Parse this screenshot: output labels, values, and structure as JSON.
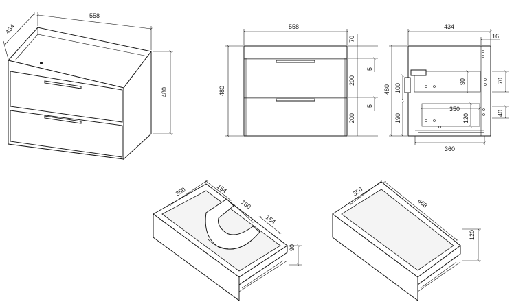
{
  "dimensions": {
    "iso_depth": "434",
    "iso_width": "558",
    "iso_height": "480",
    "front_width": "558",
    "front_height": "480",
    "front_top": "70",
    "front_gap_1": "5",
    "front_drawer_1": "200",
    "front_gap_2": "5",
    "front_drawer_2": "200",
    "side_depth": "434",
    "side_offset": "16",
    "side_height": "480",
    "side_100": "100",
    "side_90": "90",
    "side_70": "70",
    "side_350": "350",
    "side_120": "120",
    "side_40": "40",
    "side_190": "190",
    "side_360": "360",
    "d1_350": "350",
    "d1_154a": "154",
    "d1_160": "160",
    "d1_154b": "154",
    "d1_90": "90",
    "d2_350": "350",
    "d2_468": "468",
    "d2_120": "120"
  }
}
